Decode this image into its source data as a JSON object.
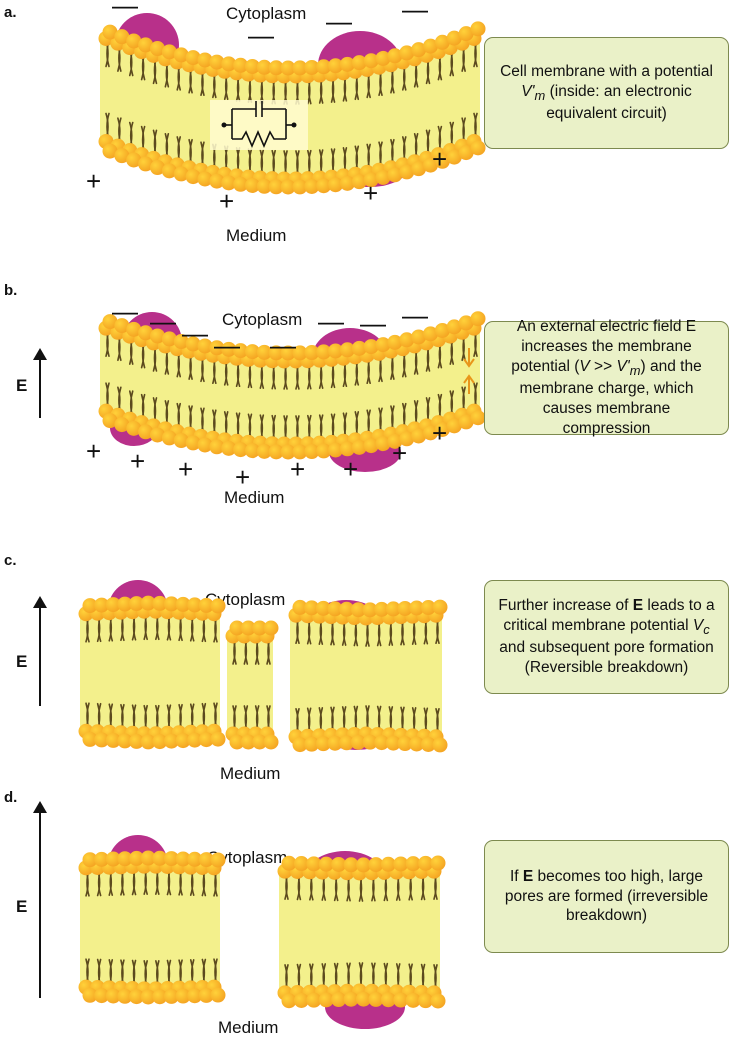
{
  "panels": [
    {
      "label": "a.",
      "cytoplasm": "Cytoplasm",
      "medium": "Medium",
      "note_parts": [
        "Cell membrane with a potential ",
        "V'",
        "m",
        " (inside: an electronic equivalent circuit)"
      ]
    },
    {
      "label": "b.",
      "cytoplasm": "Cytoplasm",
      "medium": "Medium",
      "field_label": "E",
      "note_parts": [
        "An external electric field E increases the membrane potential (",
        "V",
        " >> ",
        "V'",
        "m",
        ") and the membrane charge, which causes membrane compression"
      ]
    },
    {
      "label": "c.",
      "cytoplasm": "Cytoplasm",
      "medium": "Medium",
      "field_label": "E",
      "note_parts": [
        "Further increase of ",
        "E",
        " leads to a critical membrane potential ",
        "V",
        "c",
        " and subsequent pore formation (Reversible breakdown)"
      ]
    },
    {
      "label": "d.",
      "cytoplasm": "Cytoplasm",
      "medium": "Medium",
      "field_label": "E",
      "note_parts": [
        "If ",
        "E",
        " becomes too high, large pores are formed (irreversible breakdown)"
      ]
    }
  ],
  "signs": {
    "minus": "—",
    "plus": "+"
  },
  "colors": {
    "membrane_fill": "#f3f08c",
    "lipid_head": "#f5a623",
    "lipid_head_light": "#ffd23a",
    "lipid_tail": "#5c4a1e",
    "protein": "#b8308a",
    "note_bg": "#eaf1c8",
    "compression_arrow": "#e8961a"
  }
}
